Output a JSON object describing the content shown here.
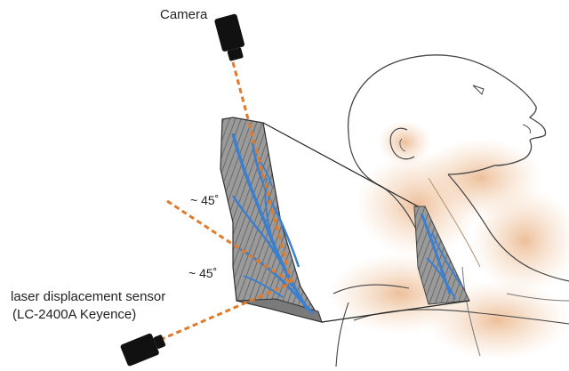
{
  "labels": {
    "camera": "Camera",
    "angle_upper": "~ 45˚",
    "angle_lower": "~ 45˚",
    "sensor_line1": "laser displacement sensor",
    "sensor_line2": "(LC-2400A Keyence)"
  },
  "colors": {
    "beam": "#e07a2c",
    "vein": "#3a7fd0",
    "skin_tint": "#f0c9a0",
    "device": "#111111",
    "outline": "#555555"
  },
  "icons": {
    "camera": "camera-icon",
    "sensor": "laser-sensor-icon"
  }
}
